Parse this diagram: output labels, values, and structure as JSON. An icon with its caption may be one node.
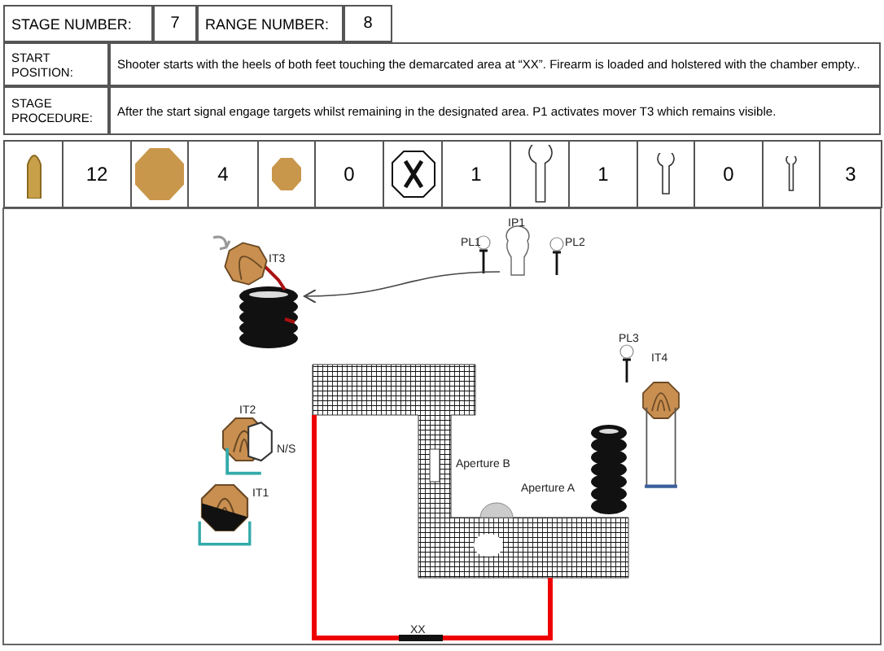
{
  "diagram": {
    "nodes": [
      {
        "text": [
          "IP1"
        ]
      },
      {
        "text": [
          "IT3"
        ]
      }
    ],
    "edges": [
      {
        "from": 0,
        "to": 1,
        "arrow": "to"
      }
    ],
    "labels": [
      "STAGE NUMBER:",
      "7",
      "RANGE NUMBER:",
      "8",
      "START POSITION:",
      "Shooter starts with the heels of both feet touching the demarcated area at “XX”. Firearm is loaded and holstered with the chamber empty..",
      "STAGE PROCEDURE:",
      "After the start signal engage targets whilst remaining in the designated area. P1 activates mover T3 which remains visible.",
      "12",
      "4",
      "0",
      "1",
      "1",
      "0",
      "3",
      "PL1",
      "PL2",
      "IT2",
      "N/S",
      "IT1",
      "Aperture B",
      "PL3",
      "IT4",
      "Aperture A",
      "XX"
    ]
  }
}
